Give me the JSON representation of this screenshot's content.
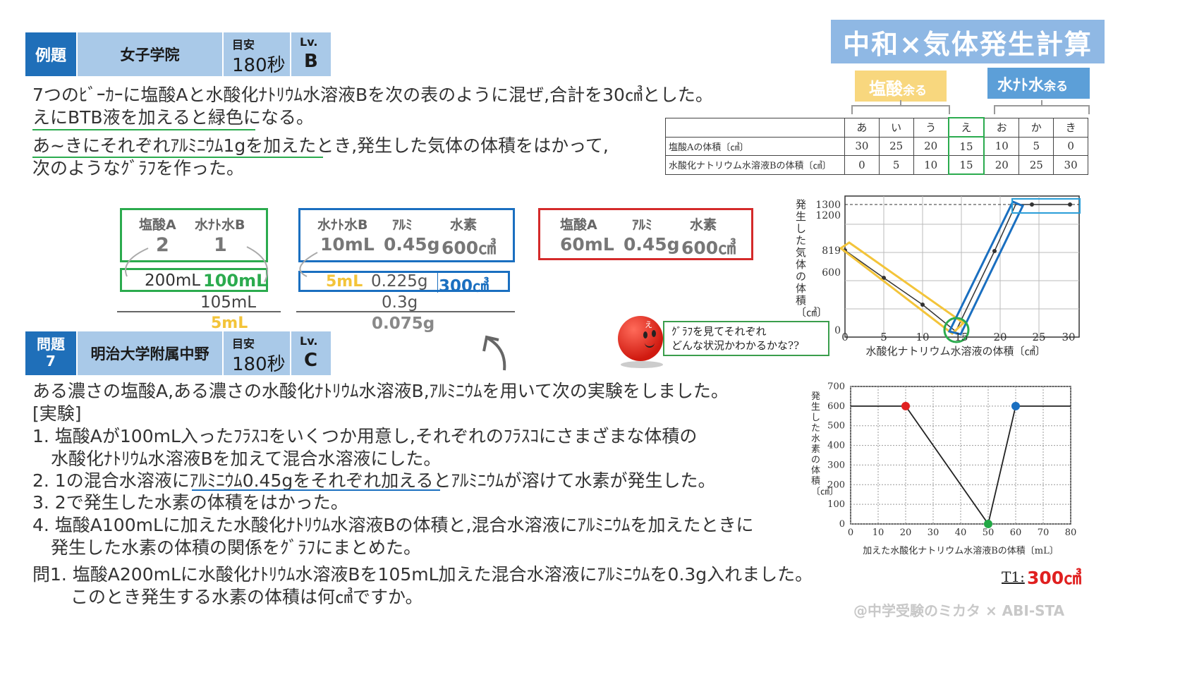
{
  "example_header": {
    "tag": "例題",
    "school": "女子学院",
    "time_label": "目安",
    "time": "180秒",
    "lv_label": "Lv.",
    "lv": "B"
  },
  "title": "中和×気体発生計算",
  "tags": {
    "hcl": "塩酸",
    "hcl_suffix": "余る",
    "naoh": "水ﾅﾄ水",
    "naoh_suffix": "余る"
  },
  "example_text": [
    "7つのﾋﾞｰｶｰに塩酸Aと水酸化ﾅﾄﾘｳﾑ水溶液Bを次の表のように混ぜ,合計を30㎤とした。",
    "えにBTB液を加えると緑色になる。",
    "あ~きにそれぞれｱﾙﾐﾆｳﾑ1gを加えたとき,発生した気体の体積をはかって,",
    "次のようなｸﾞﾗﾌを作った。"
  ],
  "table": {
    "headers": [
      "",
      "あ",
      "い",
      "う",
      "え",
      "お",
      "か",
      "き"
    ],
    "rows": [
      [
        "塩酸Aの体積〔㎤〕",
        "30",
        "25",
        "20",
        "15",
        "10",
        "5",
        "0"
      ],
      [
        "水酸化ナトリウム水溶液Bの体積〔㎤〕",
        "0",
        "5",
        "10",
        "15",
        "20",
        "25",
        "30"
      ]
    ]
  },
  "calc": {
    "box1": {
      "l1": "塩酸A",
      "l2": "水ﾅﾄ水B",
      "v1": "2",
      "v2": "1"
    },
    "row1": {
      "a": "200mL",
      "b": "100mL"
    },
    "row1_sub": "105mL",
    "row1_res": "5mL",
    "box2": {
      "l1": "水ﾅﾄ水B",
      "l2": "ｱﾙﾐ",
      "l3": "水素",
      "v1": "10mL",
      "v2": "0.45g",
      "v3": "600㎤"
    },
    "row2": {
      "a": "5mL",
      "b": "0.225g",
      "c": "300㎤"
    },
    "row2_sub": "0.3g",
    "row2_res": "0.075g",
    "box3": {
      "l1": "塩酸A",
      "l2": "ｱﾙﾐ",
      "l3": "水素",
      "v1": "60mL",
      "v2": "0.45g",
      "v3": "600㎤"
    }
  },
  "graph1": {
    "ylabel": "発生した気体の体積〔㎤〕",
    "xlabel": "水酸化ナトリウム水溶液の体積〔㎤〕",
    "yticks": [
      "1300",
      "1200",
      "819",
      "600",
      "0"
    ],
    "xticks": [
      "0",
      "5",
      "10",
      "15",
      "20",
      "25",
      "30"
    ]
  },
  "speech": {
    "line1": "ｸﾞﾗﾌを見てそれぞれ",
    "line2": "どんな状況かわかるかな??",
    "face_char": "え"
  },
  "problem_header": {
    "tag1": "問題",
    "tag2": "7",
    "school": "明治大学附属中野",
    "time_label": "目安",
    "time": "180秒",
    "lv_label": "Lv.",
    "lv": "C"
  },
  "problem_text": {
    "intro": "ある濃さの塩酸A,ある濃さの水酸化ﾅﾄﾘｳﾑ水溶液B,ｱﾙﾐﾆｳﾑを用いて次の実験をしました。",
    "exp": "[実験]",
    "s1a": "1. 塩酸Aが100mL入ったﾌﾗｽｺをいくつか用意し,それぞれのﾌﾗｽｺにさまざまな体積の",
    "s1b": "水酸化ﾅﾄﾘｳﾑ水溶液Bを加えて混合水溶液にした。",
    "s2": "2. 1の混合水溶液にｱﾙﾐﾆｳﾑ0.45gをそれぞれ加えるとｱﾙﾐﾆｳﾑが溶けて水素が発生した。",
    "s3": "3. 2で発生した水素の体積をはかった。",
    "s4a": "4. 塩酸A100mLに加えた水酸化ﾅﾄﾘｳﾑ水溶液Bの体積と,混合水溶液にｱﾙﾐﾆｳﾑを加えたときに",
    "s4b": "発生した水素の体積の関係をｸﾞﾗﾌにまとめた。",
    "q1a": "問1. 塩酸A200mLに水酸化ﾅﾄﾘｳﾑ水溶液Bを105mL加えた混合水溶液にｱﾙﾐﾆｳﾑを0.3g入れました。",
    "q1b": "このとき発生する水素の体積は何㎤ですか。"
  },
  "chart_data": {
    "type": "line",
    "ylabel": "発生した水素の体積〔㎤〕",
    "xlabel": "加えた水酸化ナトリウム水溶液Bの体積〔mL〕",
    "xlim": [
      0,
      80
    ],
    "ylim": [
      0,
      700
    ],
    "xticks": [
      0,
      10,
      20,
      30,
      40,
      50,
      60,
      70,
      80
    ],
    "yticks": [
      0,
      100,
      200,
      300,
      400,
      500,
      600,
      700
    ],
    "series": [
      {
        "x": [
          0,
          20,
          50,
          60,
          80
        ],
        "y": [
          600,
          600,
          0,
          600,
          600
        ]
      }
    ],
    "markers": [
      {
        "x": 20,
        "y": 600,
        "color": "#e02020"
      },
      {
        "x": 50,
        "y": 0,
        "color": "#22a845"
      },
      {
        "x": 60,
        "y": 600,
        "color": "#1a6fc0"
      }
    ],
    "grid": true
  },
  "answer": {
    "label": "T1:",
    "value": "300㎤"
  },
  "credit": "@中学受験のミカタ × ABI-STA"
}
